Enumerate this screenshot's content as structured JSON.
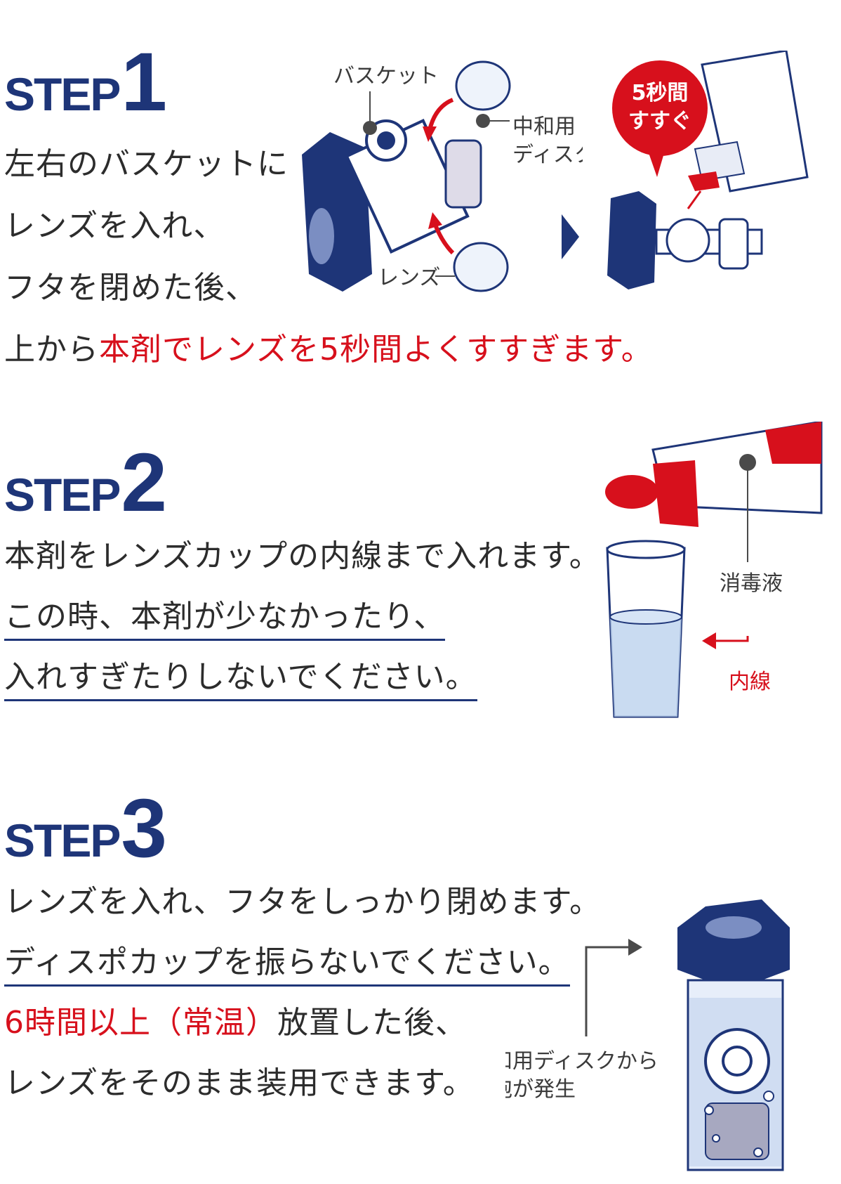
{
  "step1": {
    "word": "STEP",
    "num": "1",
    "lines": [
      "左右のバスケットに",
      "レンズを入れ、",
      "フタを閉めた後、"
    ],
    "line4_prefix": "上から",
    "line4_red": "本剤でレンズを5秒間よくすすぎます。",
    "labels": {
      "basket": "バスケット",
      "disk_line1": "中和用",
      "disk_line2": "ディスク",
      "lens": "レンズ",
      "bubble_line1": "5秒間",
      "bubble_line2": "すすぐ"
    }
  },
  "step2": {
    "word": "STEP",
    "num": "2",
    "line1": "本剤をレンズカップの内線まで入れます。",
    "line2": "この時、本剤が少なかったり、",
    "line3": "入れすぎたりしないでください。",
    "labels": {
      "solution": "消毒液",
      "inner_line": "内線"
    }
  },
  "step3": {
    "word": "STEP",
    "num": "3",
    "line1": "レンズを入れ、フタをしっかり閉めます。",
    "line2": "ディスポカップを振らないでください。",
    "line3_red": "6時間以上（常温）",
    "line3_rest": "放置した後、",
    "line4": "レンズをそのまま装用できます。",
    "labels": {
      "bubbles_line1": "中和用ディスクから",
      "bubbles_line2": "気泡が発生"
    }
  },
  "colors": {
    "navy": "#1e3578",
    "red": "#d7101c",
    "text": "#2c2c2c"
  }
}
